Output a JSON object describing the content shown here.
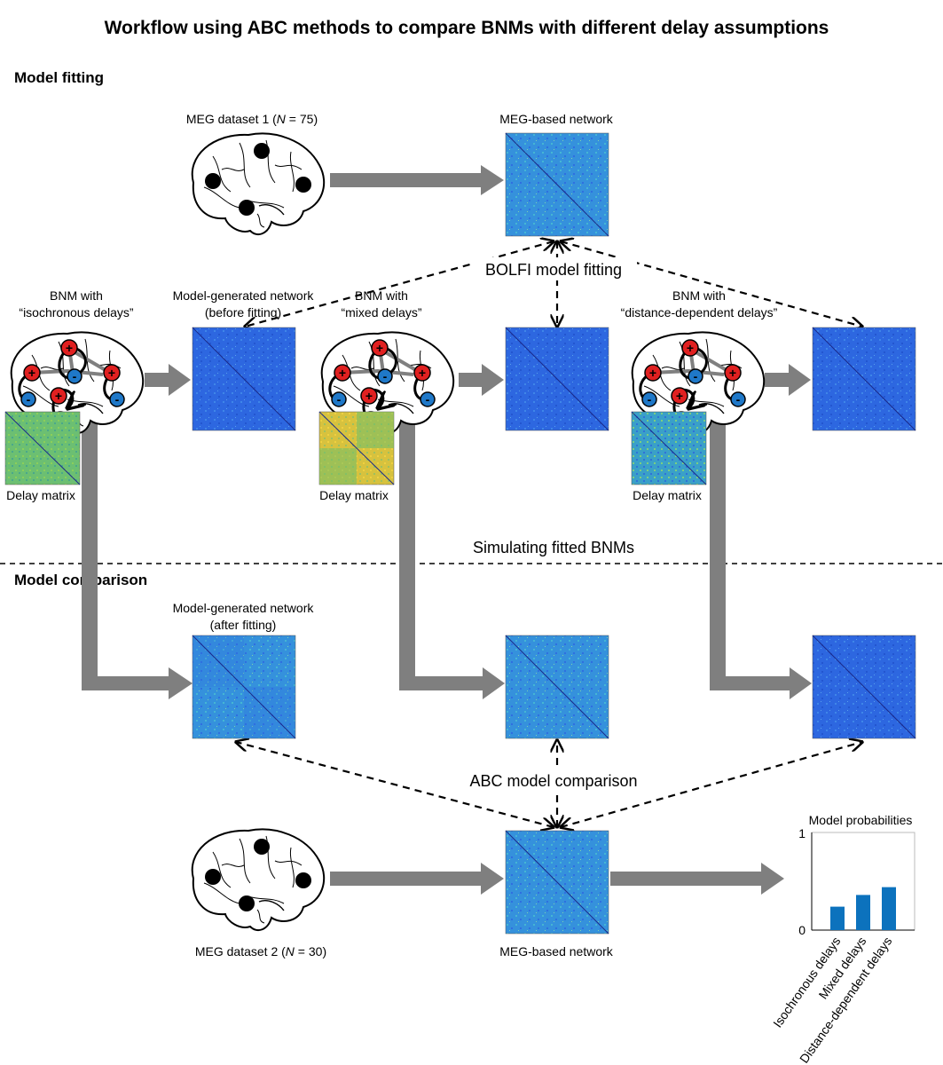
{
  "title": "Workflow using ABC methods to compare BNMs with different delay assumptions",
  "sections": {
    "model_fitting": "Model fitting",
    "model_comparison": "Model comparison"
  },
  "datasets": {
    "meg1": {
      "prefix": "MEG dataset  1 (",
      "n_symbol": "N",
      "suffix": " = 75)"
    },
    "meg2": {
      "prefix": "MEG dataset  2 (",
      "n_symbol": "N",
      "suffix": " = 30)"
    }
  },
  "labels": {
    "meg_network_top": "MEG-based network",
    "meg_network_bottom": "MEG-based network",
    "bolfi": "BOLFI model fitting",
    "simulating": "Simulating fitted BNMs",
    "abc": "ABC model comparison",
    "before_line1": "Model-generated network",
    "before_line2": "(before fitting)",
    "after_line1": "Model-generated network",
    "after_line2": "(after fitting)",
    "delay_matrix": "Delay matrix"
  },
  "models": [
    {
      "line1": "BNM with",
      "line2": "“isochronous delays”"
    },
    {
      "line1": "BNM with",
      "line2": "“mixed delays”"
    },
    {
      "line1": "BNM with",
      "line2": "“distance-dependent delays”"
    }
  ],
  "node_signs": {
    "plus": "+",
    "minus": "-"
  },
  "colors": {
    "arrow_gray": "#7f7f7f",
    "matrix_blue": "#2f6fe0",
    "matrix_cyan": "#3aa8d8",
    "delay_green": "#6cc070",
    "delay_yellow": "#e0c83a",
    "node_red": "#e02020",
    "node_blue": "#1f78c8",
    "bar_blue": "#0c72bd"
  },
  "chart_data": {
    "type": "bar",
    "title": "Model  probabilities",
    "categories": [
      "Isochronous delays",
      "Mixed delays",
      "Distance-dependent delays"
    ],
    "values": [
      0.24,
      0.36,
      0.44
    ],
    "ylim": [
      0,
      1
    ],
    "yticks": [
      "0",
      "1"
    ],
    "xlabel": "",
    "ylabel": "",
    "grid": false
  }
}
